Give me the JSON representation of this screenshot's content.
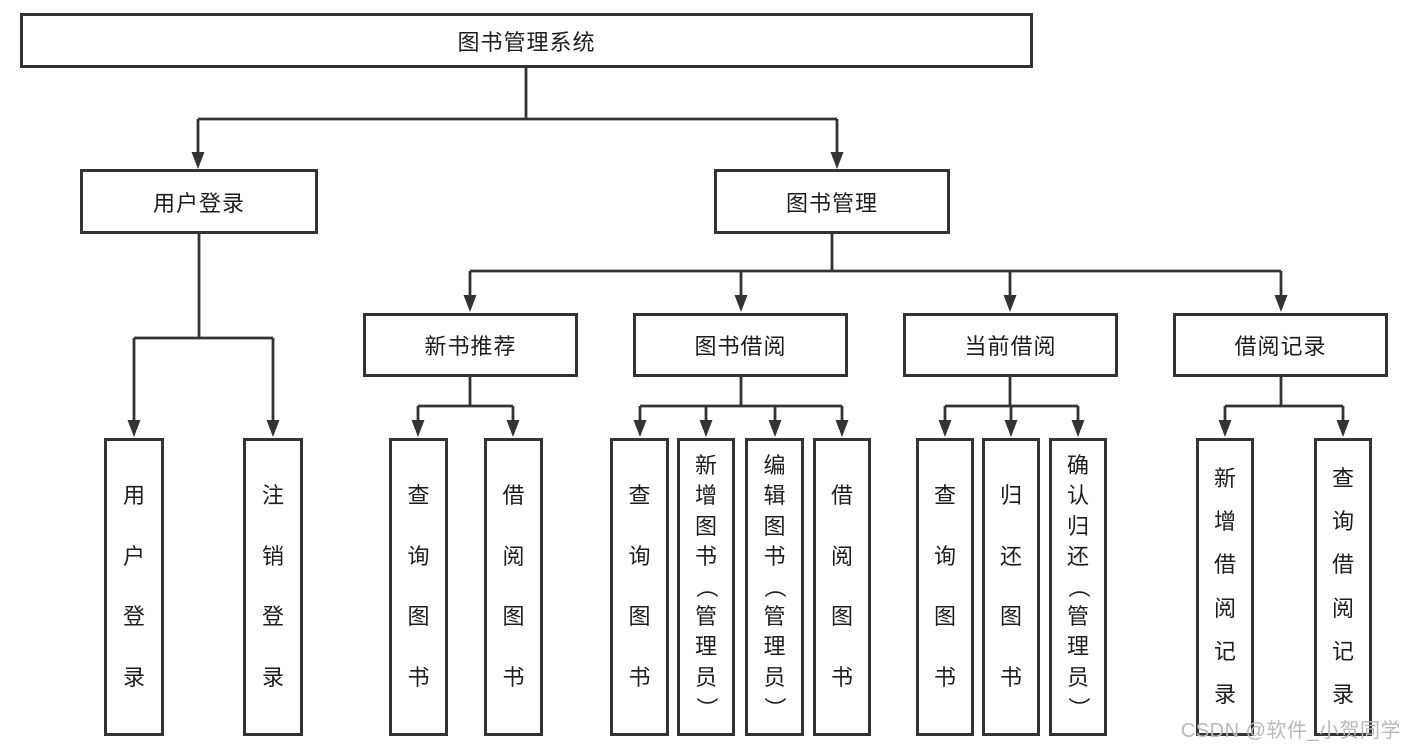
{
  "nodes": {
    "root": {
      "label": "图书管理系统"
    },
    "user_login": {
      "label": "用户登录"
    },
    "book_management": {
      "label": "图书管理"
    },
    "new_book_recommend": {
      "label": "新书推荐"
    },
    "book_borrowing": {
      "label": "图书借阅"
    },
    "current_borrowing": {
      "label": "当前借阅"
    },
    "borrowing_records": {
      "label": "借阅记录"
    },
    "leaf_user_login": {
      "label": "用户登录"
    },
    "leaf_logout": {
      "label": "注销登录"
    },
    "leaf_newbook_query": {
      "label": "查询图书"
    },
    "leaf_newbook_borrow": {
      "label": "借阅图书"
    },
    "leaf_borrow_query": {
      "label": "查询图书"
    },
    "leaf_borrow_add_admin": {
      "label": "新增图书（管理员）"
    },
    "leaf_borrow_edit_admin": {
      "label": "编辑图书（管理员）"
    },
    "leaf_borrow_borrow": {
      "label": "借阅图书"
    },
    "leaf_current_query": {
      "label": "查询图书"
    },
    "leaf_current_return": {
      "label": "归还图书"
    },
    "leaf_current_confirm_admin": {
      "label": "确认归还（管理员）"
    },
    "leaf_records_add": {
      "label": "新增借阅记录"
    },
    "leaf_records_query": {
      "label": "查询借阅记录"
    }
  },
  "watermark": "CSDN @软件_小贺同学",
  "colors": {
    "line": "#333333",
    "text": "#1d1d1d",
    "watermark": "#b9b9b9",
    "background": "#ffffff"
  }
}
